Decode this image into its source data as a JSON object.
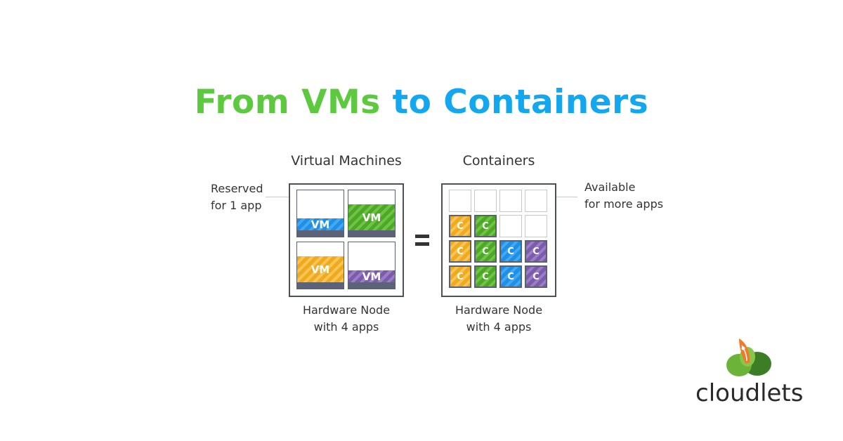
{
  "title": {
    "part1": "From VMs",
    "part2": "to Containers"
  },
  "vm_panel": {
    "heading": "Virtual Machines",
    "caption_line1": "Hardware Node",
    "caption_line2": "with 4 apps",
    "note_line1": "Reserved",
    "note_line2": "for 1 app",
    "vms": [
      {
        "label": "VM",
        "color": "blue",
        "fill_fraction": 0.3
      },
      {
        "label": "VM",
        "color": "green",
        "fill_fraction": 0.65
      },
      {
        "label": "VM",
        "color": "orange",
        "fill_fraction": 0.65
      },
      {
        "label": "VM",
        "color": "purple",
        "fill_fraction": 0.3
      }
    ]
  },
  "equals_sign": "=",
  "container_panel": {
    "heading": "Containers",
    "caption_line1": "Hardware Node",
    "caption_line2": "with 4 apps",
    "note_line1": "Available",
    "note_line2": "for more apps",
    "cell_label": "C",
    "grid": [
      [
        "",
        "",
        "",
        ""
      ],
      [
        "orange",
        "green",
        "",
        ""
      ],
      [
        "orange",
        "green",
        "blue",
        "purple"
      ],
      [
        "orange",
        "green",
        "blue",
        "purple"
      ]
    ]
  },
  "colors": {
    "title_green": "#5cc93e",
    "title_blue": "#12a7ef",
    "blue": "#1d8fe6",
    "green": "#4ea827",
    "orange": "#f0aa1d",
    "purple": "#7a5cab",
    "frame": "#4d5057"
  },
  "logo": {
    "text": "cloudlets",
    "icon": "rocket-cloud-icon"
  }
}
